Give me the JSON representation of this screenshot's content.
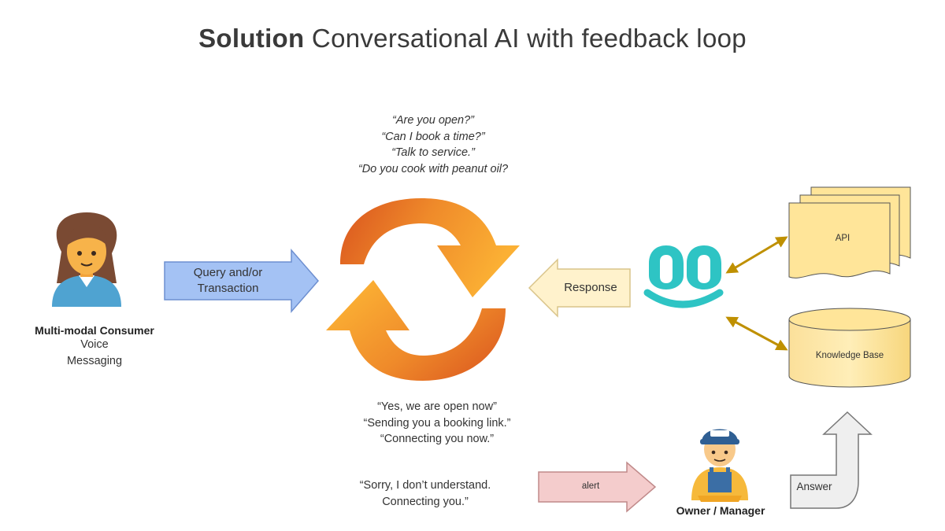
{
  "title": {
    "bold": "Solution",
    "rest": " Conversational AI with feedback loop"
  },
  "customer_queries": [
    "“Are you open?”",
    "“Can I book a time?”",
    "“Talk to service.”",
    "“Do you cook with peanut oil?"
  ],
  "ai_replies": [
    "“Yes, we are open now”",
    "“Sending you a booking link.”",
    "“Connecting you now.”"
  ],
  "fallback_reply": [
    "“Sorry, I don’t understand.",
    "Connecting you.”"
  ],
  "consumer": {
    "name": "Multi-modal Consumer",
    "modes": [
      "Voice",
      "Messaging"
    ]
  },
  "arrows": {
    "query": [
      "Query and/or",
      "Transaction"
    ],
    "response": "Response",
    "alert": "alert",
    "answer": "Answer"
  },
  "sources": {
    "api": "API",
    "knowledge_base": "Knowledge Base"
  },
  "owner": {
    "name": "Owner / Manager"
  },
  "colors": {
    "query_arrow": "#a4c2f4",
    "response_arrow": "#fff2cc",
    "alert_arrow": "#f4cccc",
    "answer_arrow": "#efefef",
    "doc_fill": "#ffe599",
    "logo": "#2ec4c4",
    "link_arrow": "#bf9000",
    "cycle_orange": "#f6a623",
    "cycle_red": "#d9531e"
  }
}
